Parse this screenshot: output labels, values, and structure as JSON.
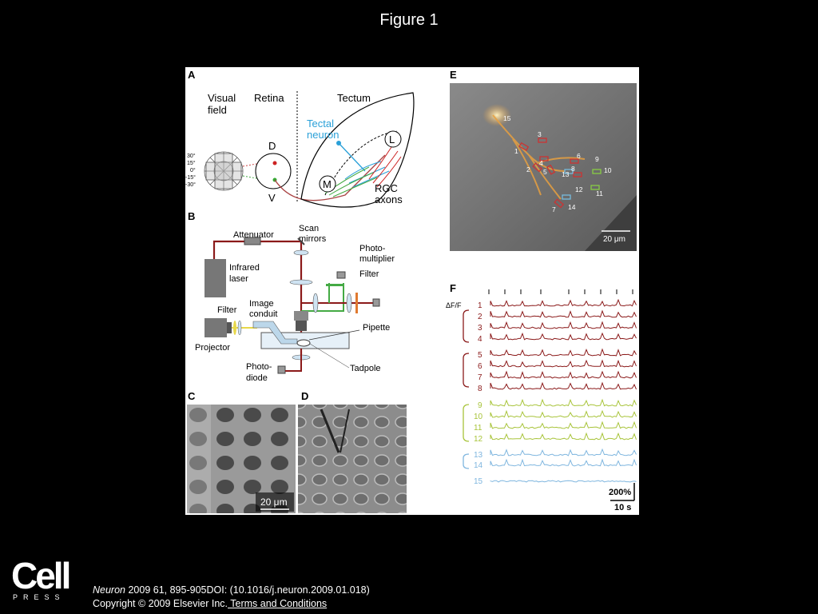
{
  "page": {
    "title": "Figure 1"
  },
  "panel_a": {
    "label": "A",
    "visual_field": [
      "Visual",
      "field"
    ],
    "retina": "Retina",
    "tectum": "Tectum",
    "tectal_neuron": [
      "Tectal",
      "neuron"
    ],
    "degrees": [
      "30°",
      "15°",
      "0°",
      "-15°",
      "-30°"
    ],
    "d": "D",
    "v": "V",
    "l": "L",
    "m": "M",
    "rgc_axons": [
      "RGC",
      "axons"
    ]
  },
  "panel_b": {
    "label": "B",
    "attenuator": "Attenuator",
    "scan_mirrors": [
      "Scan",
      "mirrors"
    ],
    "infrared_laser": [
      "Infrared",
      "laser"
    ],
    "photomultiplier": [
      "Photo-",
      "multiplier"
    ],
    "filter_top": "Filter",
    "filter_left": "Filter",
    "image_conduit": [
      "Image",
      "conduit"
    ],
    "projector": "Projector",
    "pipette": "Pipette",
    "tadpole": "Tadpole",
    "photodiode": [
      "Photo-",
      "diode"
    ]
  },
  "panel_c": {
    "label": "C",
    "scale": "20 μm"
  },
  "panel_d": {
    "label": "D"
  },
  "panel_e": {
    "label": "E",
    "scale": "20 μm",
    "cell_labels": [
      "15",
      "3",
      "1",
      "4",
      "2",
      "5",
      "13",
      "8",
      "6",
      "9",
      "10",
      "12",
      "11",
      "14",
      "7"
    ]
  },
  "panel_f": {
    "label": "F",
    "dff": "ΔF/F",
    "trace_labels": [
      "1",
      "2",
      "3",
      "4",
      "5",
      "6",
      "7",
      "8",
      "9",
      "10",
      "11",
      "12",
      "13",
      "14",
      "15"
    ],
    "scale_amp": "200%",
    "scale_time": "10 s"
  },
  "colors": {
    "red_trace": "#8b1a1a",
    "green_trace": "#a8c43a",
    "blue_trace": "#7fb6df",
    "tectal_blue": "#2aa0d8"
  },
  "footer": {
    "logo_word": "Cell",
    "logo_sub": "PRESS",
    "journal": "Neuron",
    "citation": " 2009 61, 895-905DOI: (10.1016/j.neuron.2009.01.018)",
    "copyright": "Copyright © 2009 Elsevier Inc.",
    "terms": " Terms and Conditions"
  }
}
